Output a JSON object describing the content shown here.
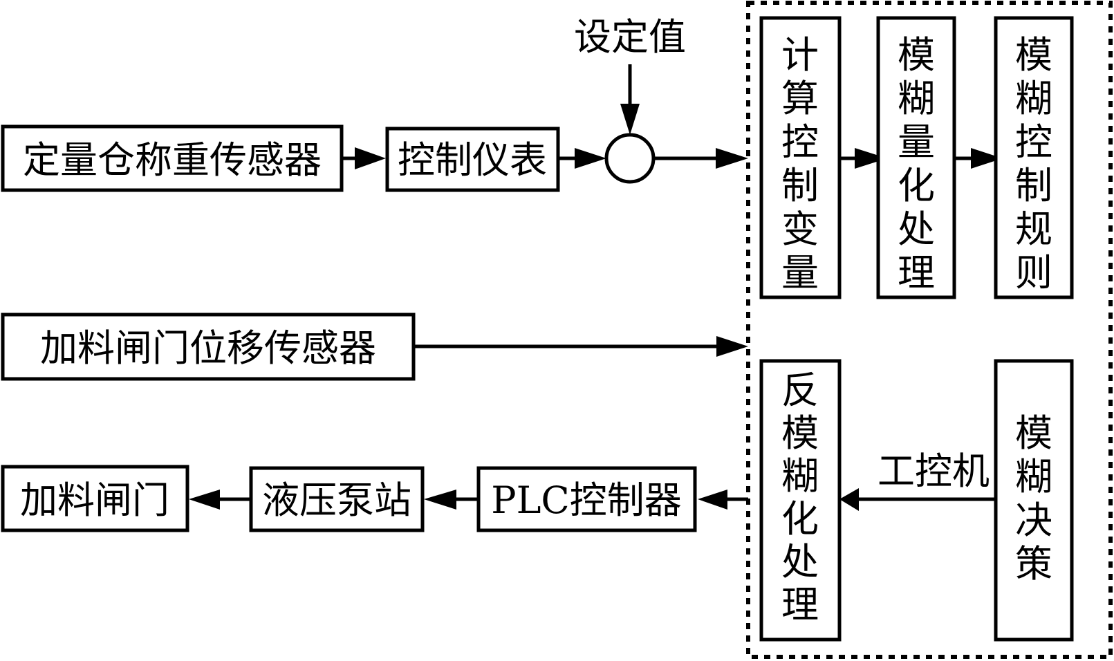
{
  "diagram": {
    "setpoint_label": "设定值",
    "ipc_label": "工控机",
    "blocks": {
      "weigh_sensor": "定量仓称重传感器",
      "control_instrument": "控制仪表",
      "gate_sensor": "加料闸门位移传感器",
      "feed_gate": "加料闸门",
      "hydraulic_station": "液压泵站",
      "plc_controller": "PLC控制器",
      "compute_vars": "计算控制变量",
      "fuzzify": "模糊量化处理",
      "fuzzy_rules": "模糊控制规则",
      "defuzzify": "反模糊化处理",
      "fuzzy_decision": "模糊决策"
    },
    "colors": {
      "stroke": "#000000",
      "background": "#ffffff"
    }
  }
}
